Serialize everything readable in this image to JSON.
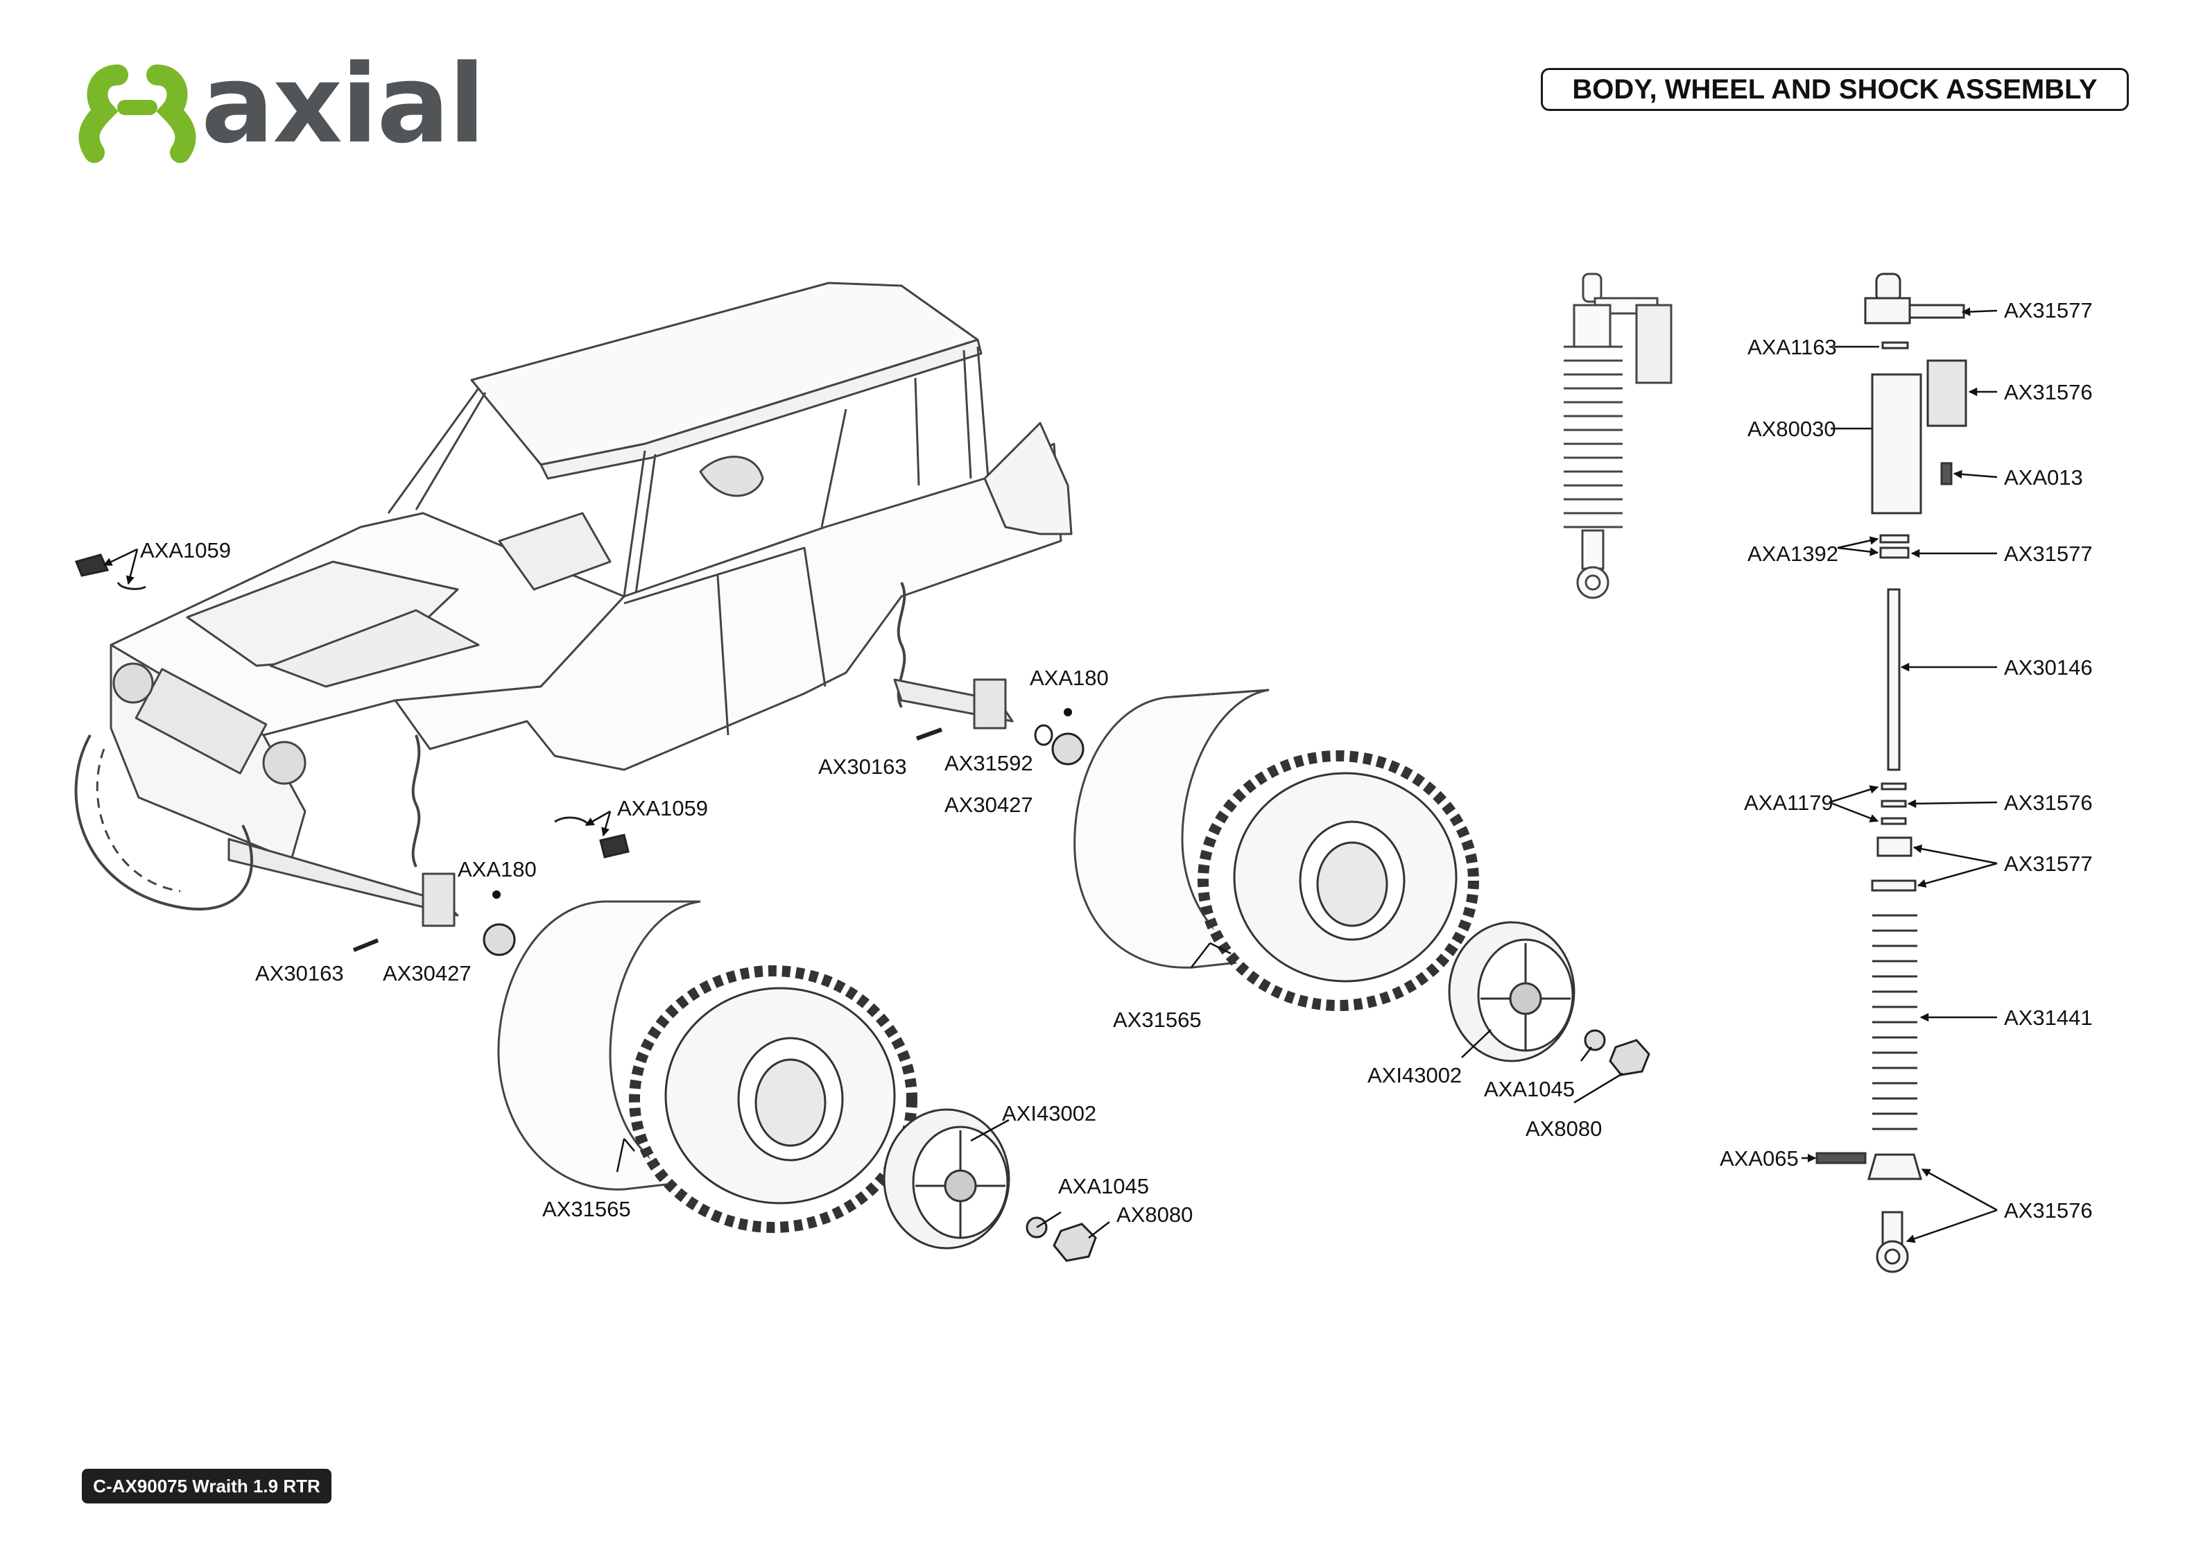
{
  "brand": {
    "name": "axial",
    "green": "#7ab829",
    "gray": "#515557"
  },
  "title": "BODY, WHEEL AND SHOCK ASSEMBLY",
  "footer": "C-AX90075 Wraith 1.9 RTR",
  "callouts": [
    {
      "id": "c01",
      "text": "AXA1059"
    },
    {
      "id": "c02",
      "text": "AXA1059"
    },
    {
      "id": "c03",
      "text": "AXA180"
    },
    {
      "id": "c04",
      "text": "AXA180"
    },
    {
      "id": "c05",
      "text": "AX30163"
    },
    {
      "id": "c06",
      "text": "AX30163"
    },
    {
      "id": "c07",
      "text": "AX31592"
    },
    {
      "id": "c08",
      "text": "AX30427"
    },
    {
      "id": "c09",
      "text": "AX30427"
    },
    {
      "id": "c10",
      "text": "AX31565"
    },
    {
      "id": "c11",
      "text": "AX31565"
    },
    {
      "id": "c12",
      "text": "AXI43002"
    },
    {
      "id": "c13",
      "text": "AXI43002"
    },
    {
      "id": "c14",
      "text": "AXA1045"
    },
    {
      "id": "c15",
      "text": "AXA1045"
    },
    {
      "id": "c16",
      "text": "AX8080"
    },
    {
      "id": "c17",
      "text": "AX8080"
    },
    {
      "id": "c18",
      "text": "AX31577"
    },
    {
      "id": "c19",
      "text": "AXA1163"
    },
    {
      "id": "c20",
      "text": "AX31576"
    },
    {
      "id": "c21",
      "text": "AX80030"
    },
    {
      "id": "c22",
      "text": "AXA013"
    },
    {
      "id": "c23",
      "text": "AXA1392"
    },
    {
      "id": "c24",
      "text": "AX31577"
    },
    {
      "id": "c25",
      "text": "AX30146"
    },
    {
      "id": "c26",
      "text": "AXA1179"
    },
    {
      "id": "c27",
      "text": "AX31576"
    },
    {
      "id": "c28",
      "text": "AX31577"
    },
    {
      "id": "c29",
      "text": "AX31441"
    },
    {
      "id": "c30",
      "text": "AXA065"
    },
    {
      "id": "c31",
      "text": "AX31576"
    }
  ]
}
